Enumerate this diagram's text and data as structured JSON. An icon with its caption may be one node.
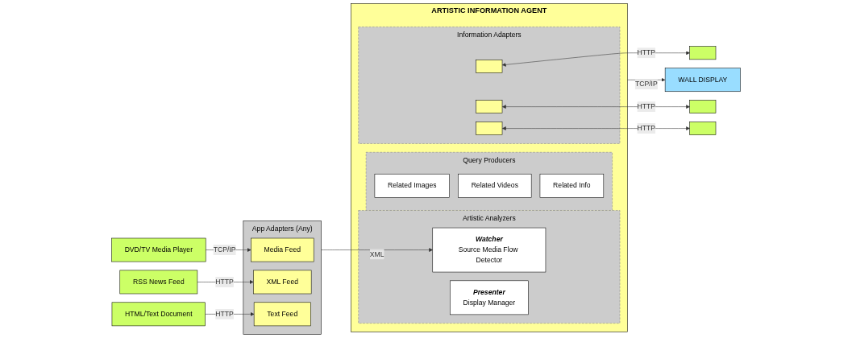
{
  "diagram": {
    "nodes": [
      {
        "text": [
          "DVD/TV Media Player"
        ]
      },
      {
        "text": [
          "RSS News Feed"
        ]
      },
      {
        "text": [
          "HTML/Text Document"
        ]
      },
      {
        "text": [
          "App Adapters (Any)"
        ]
      },
      {
        "text": [
          "Media Feed"
        ],
        "in": 3
      },
      {
        "text": [
          "XML Feed"
        ],
        "in": 3
      },
      {
        "text": [
          "Text Feed"
        ],
        "in": 3
      },
      {
        "text": [
          "ARTISTIC INFORMATION AGENT"
        ]
      },
      {
        "text": [
          "Artistic Analyzers"
        ],
        "in": 7
      },
      {
        "text": [
          "Watcher",
          "Source Media Flow Detector"
        ],
        "in": 8
      },
      {
        "text": [
          "Presenter",
          "Display Manager"
        ],
        "in": 8
      },
      {
        "text": [
          "Query Producers"
        ],
        "in": 7
      },
      {
        "text": [
          "Related Images"
        ],
        "in": 11
      },
      {
        "text": [
          "Related Videos"
        ],
        "in": 11
      },
      {
        "text": [
          "Related Info"
        ],
        "in": 11
      },
      {
        "text": [
          "Information Adapters"
        ],
        "in": 7
      },
      {
        "text": [],
        "shape": "box",
        "in": 15
      },
      {
        "text": [],
        "shape": "box",
        "in": 15
      },
      {
        "text": [],
        "shape": "box",
        "in": 15
      },
      {
        "text": [],
        "shape": "box"
      },
      {
        "text": [],
        "shape": "box"
      },
      {
        "text": [],
        "shape": "box"
      },
      {
        "text": [
          "WALL DISPLAY"
        ]
      }
    ],
    "edges": [
      {
        "from": 0,
        "to": 4,
        "arrow": "to",
        "label": "TCP/IP"
      },
      {
        "from": 1,
        "to": 5,
        "arrow": "to",
        "label": "HTTP"
      },
      {
        "from": 2,
        "to": 6,
        "arrow": "to",
        "label": "HTTP"
      },
      {
        "from": 3,
        "to": 9,
        "arrow": "to",
        "label": "XML"
      },
      {
        "from": 16,
        "to": 19,
        "arrow": "both",
        "label": "HTTP"
      },
      {
        "from": 17,
        "to": 20,
        "arrow": "both",
        "label": "HTTP"
      },
      {
        "from": 18,
        "to": 21,
        "arrow": "both",
        "label": "HTTP"
      },
      {
        "from": 7,
        "to": 22,
        "arrow": "to",
        "label": "TCP/IP"
      }
    ]
  }
}
